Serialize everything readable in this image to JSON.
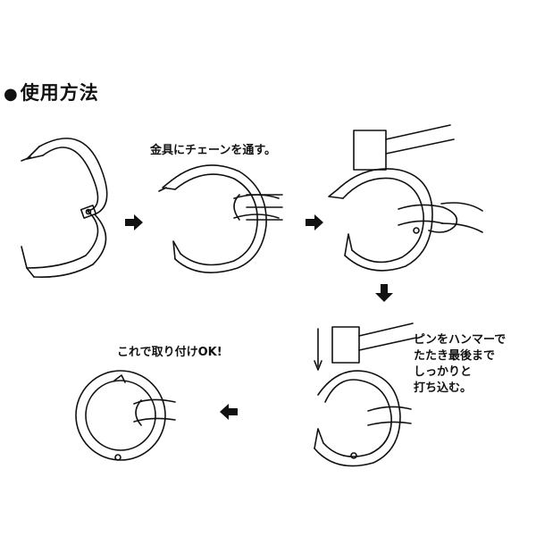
{
  "section": {
    "bullet": "●",
    "title": "使用方法"
  },
  "steps": {
    "thread_chain": "金具にチェーンを通す。",
    "hammer_pin": [
      "ピンをハンマーで",
      "たたき最後まで",
      "しっかりと",
      "打ち込む。"
    ],
    "done": "これで取り付けOK!"
  }
}
